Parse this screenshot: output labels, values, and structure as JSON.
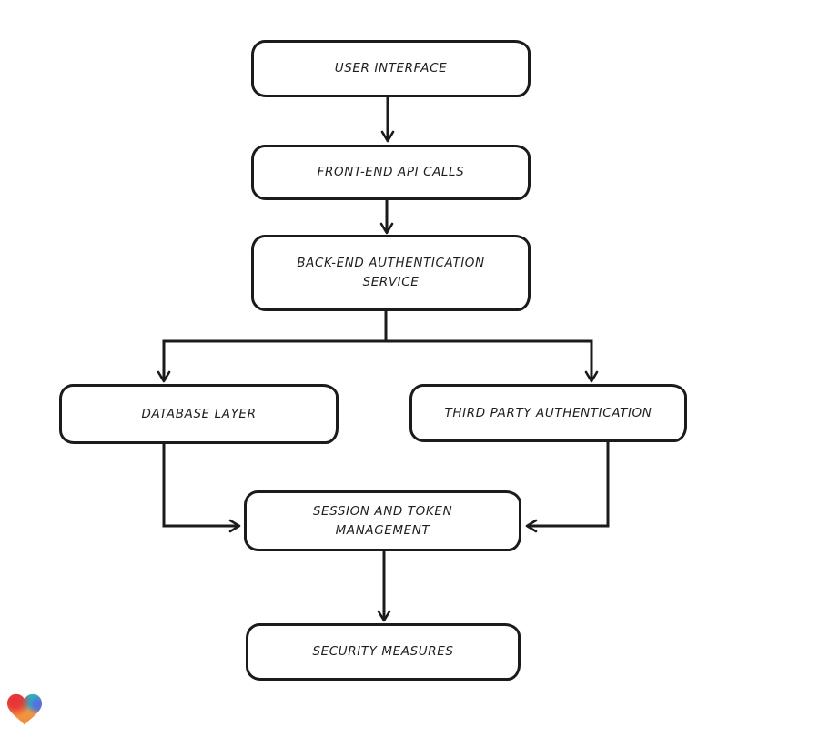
{
  "diagram": {
    "type": "flowchart",
    "style": "hand-drawn",
    "background_color": "#ffffff",
    "node_fill_color": "#ffffff",
    "stroke_color": "#1b1b1b",
    "nodes": [
      {
        "id": "user-interface",
        "lines": [
          "USER INTERFACE"
        ]
      },
      {
        "id": "front-end-api-calls",
        "lines": [
          "FRONT-END API CALLS"
        ]
      },
      {
        "id": "back-end-authentication-service",
        "lines": [
          "BACK-END AUTHENTICATION",
          "SERVICE"
        ]
      },
      {
        "id": "database-layer",
        "lines": [
          "DATABASE LAYER"
        ]
      },
      {
        "id": "third-party-authentication",
        "lines": [
          "THIRD PARTY AUTHENTICATION"
        ]
      },
      {
        "id": "session-and-token-management",
        "lines": [
          "SESSION AND TOKEN",
          "MANAGEMENT"
        ]
      },
      {
        "id": "security-measures",
        "lines": [
          "SECURITY MEASURES"
        ]
      }
    ],
    "edges": [
      {
        "from": "user-interface",
        "to": "front-end-api-calls"
      },
      {
        "from": "front-end-api-calls",
        "to": "back-end-authentication-service"
      },
      {
        "from": "back-end-authentication-service",
        "to": "database-layer"
      },
      {
        "from": "back-end-authentication-service",
        "to": "third-party-authentication"
      },
      {
        "from": "database-layer",
        "to": "session-and-token-management"
      },
      {
        "from": "third-party-authentication",
        "to": "session-and-token-management"
      },
      {
        "from": "session-and-token-management",
        "to": "security-measures"
      }
    ],
    "logo": {
      "name": "gradient-heart-logo",
      "colors": {
        "red": "#e63137",
        "teal": "#1fb3c4",
        "blue": "#4e6ee4",
        "orange_light": "#f3a04d",
        "orange_deep": "#ef8d3a"
      }
    }
  }
}
